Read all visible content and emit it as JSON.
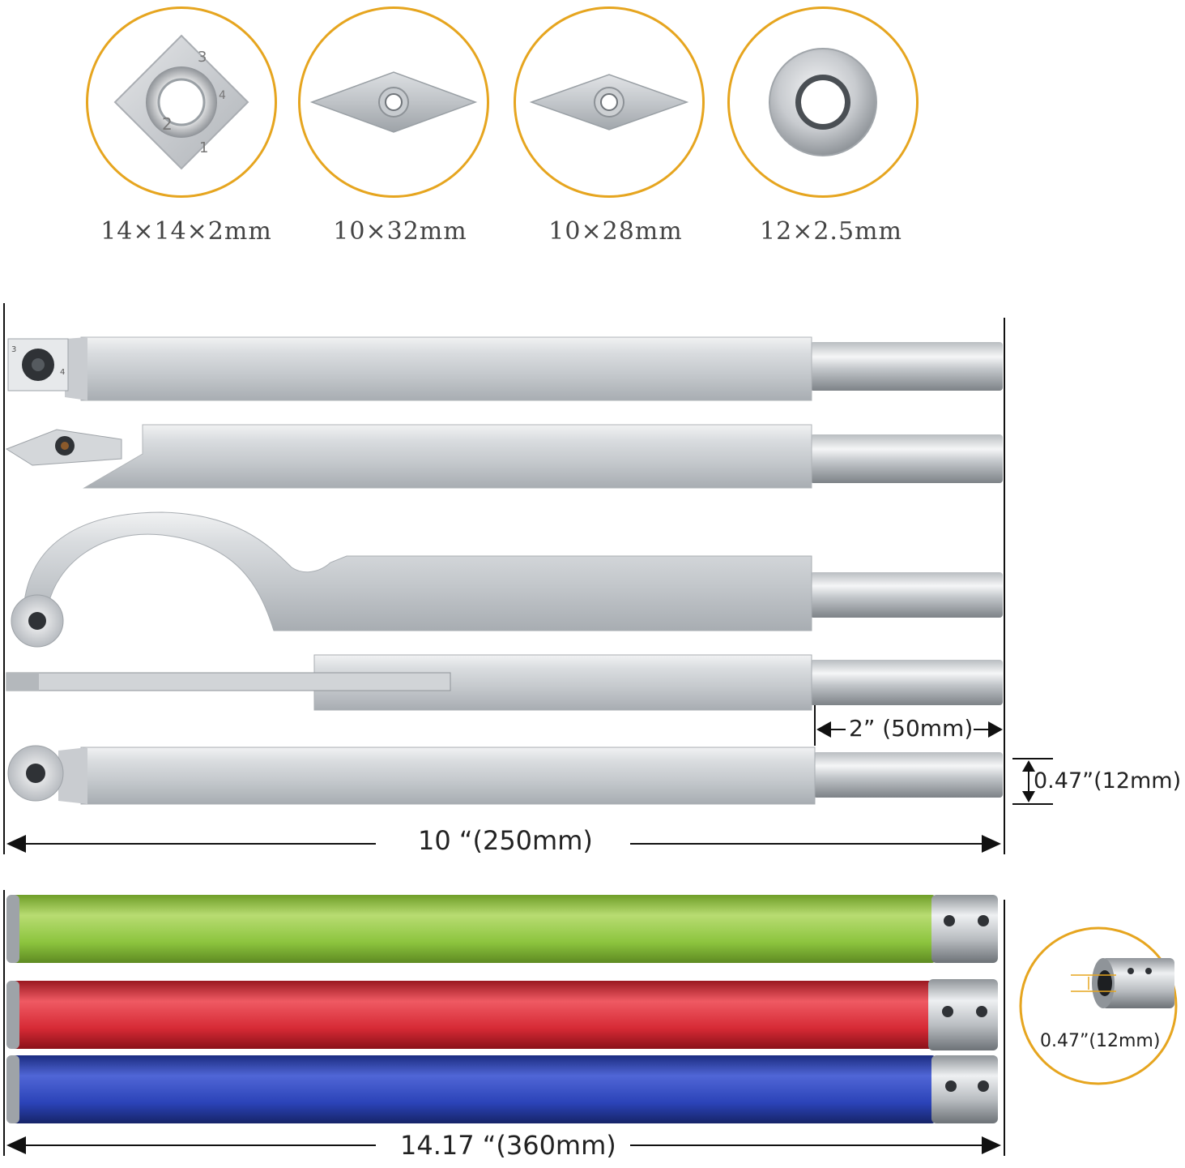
{
  "inserts": [
    {
      "shape": "square",
      "label": "14×14×2mm",
      "marks": [
        "3",
        "2",
        "1",
        "4"
      ]
    },
    {
      "shape": "diamond",
      "label": "10×32mm"
    },
    {
      "shape": "diamond",
      "label": "10×28mm"
    },
    {
      "shape": "round",
      "label": "12×2.5mm"
    }
  ],
  "tools": {
    "items": [
      {
        "type": "square-insert-tool",
        "insert_marks": [
          "3",
          "4"
        ]
      },
      {
        "type": "diamond-insert-tool"
      },
      {
        "type": "hook-tool"
      },
      {
        "type": "parting-tool"
      },
      {
        "type": "round-insert-tool"
      }
    ],
    "shank_length": "2” (50mm)",
    "shank_diameter": "0.47”(12mm)",
    "tool_length": "10 “(250mm)"
  },
  "handles": {
    "items": [
      {
        "color_name": "green",
        "color": "#8cc43e"
      },
      {
        "color_name": "red",
        "color": "#d62a35"
      },
      {
        "color_name": "blue",
        "color": "#2b43b8"
      }
    ],
    "length": "14.17 “(360mm)",
    "bore_diameter": "0.47”(12mm)"
  },
  "colors": {
    "accent_ring": "#e6a51f",
    "steel": "#c8cbce",
    "dim_line": "#111111"
  }
}
